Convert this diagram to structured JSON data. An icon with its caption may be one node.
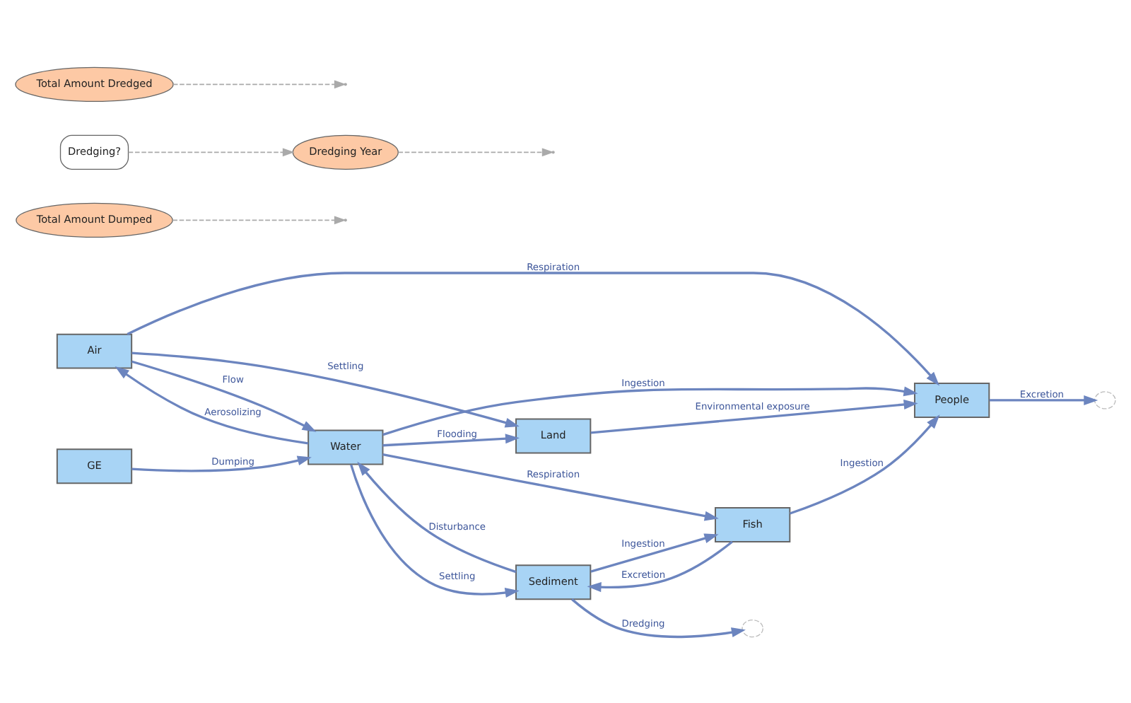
{
  "diagram": {
    "nodes": [
      {
        "text": [
          "Air"
        ]
      },
      {
        "text": [
          "Total Amount Dumped"
        ]
      },
      {
        "text": [
          "GE"
        ]
      },
      {
        "text": [
          "Water"
        ]
      },
      {
        "text": [
          "Land"
        ]
      },
      {
        "text": [
          "People"
        ]
      },
      {
        "text": [
          "Fish"
        ]
      },
      {
        "text": [
          "Sediment"
        ]
      },
      {
        "text": [
          "Dredging?"
        ]
      },
      {
        "text": [
          "Total Amount Dredged"
        ]
      },
      {
        "text": [],
        "shape": "cloud"
      },
      {
        "text": [
          "Dredging Year"
        ]
      },
      {
        "text": [],
        "shape": "cloud"
      }
    ],
    "edges": [
      {
        "from": 0,
        "to": 3,
        "label": "Flow",
        "arrow": "to"
      },
      {
        "from": 3,
        "to": 0,
        "label": "Aerosolizing",
        "arrow": "to"
      },
      {
        "from": 2,
        "to": 3,
        "label": "Dumping",
        "arrow": "to"
      },
      {
        "from": 1,
        "to": null,
        "arrow": "to",
        "style": "dashed",
        "color": "#aaaaaa"
      },
      {
        "from": 0,
        "to": 4,
        "label": "Settling",
        "arrow": "to"
      },
      {
        "from": 3,
        "to": 4,
        "label": "Flooding",
        "arrow": "to"
      },
      {
        "from": 0,
        "to": 5,
        "label": "Respiration",
        "arrow": "to"
      },
      {
        "from": 3,
        "to": 5,
        "label": "Ingestion",
        "arrow": "to"
      },
      {
        "from": 4,
        "to": 5,
        "label": "Environmental exposure",
        "arrow": "to"
      },
      {
        "from": 6,
        "to": 5,
        "label": "Ingestion",
        "arrow": "to"
      },
      {
        "from": 3,
        "to": 6,
        "label": "Respiration",
        "arrow": "to"
      },
      {
        "from": 3,
        "to": 7,
        "label": "Settling",
        "arrow": "to"
      },
      {
        "from": 7,
        "to": 3,
        "label": "Disturbance",
        "arrow": "to"
      },
      {
        "from": 6,
        "to": 7,
        "label": "Excretion",
        "arrow": "to"
      },
      {
        "from": 7,
        "to": 6,
        "label": "Ingestion",
        "arrow": "to"
      },
      {
        "from": 7,
        "to": 10,
        "label": "Dredging",
        "arrow": "to"
      },
      {
        "from": 9,
        "to": null,
        "arrow": "to",
        "style": "dashed",
        "color": "#aaaaaa"
      },
      {
        "from": 11,
        "to": null,
        "arrow": "to",
        "style": "dashed",
        "color": "#aaaaaa"
      },
      {
        "from": 8,
        "to": 11,
        "arrow": "to",
        "style": "dashed",
        "color": "#aaaaaa"
      },
      {
        "from": 5,
        "to": 12,
        "label": "Excretion",
        "arrow": "to"
      }
    ]
  }
}
